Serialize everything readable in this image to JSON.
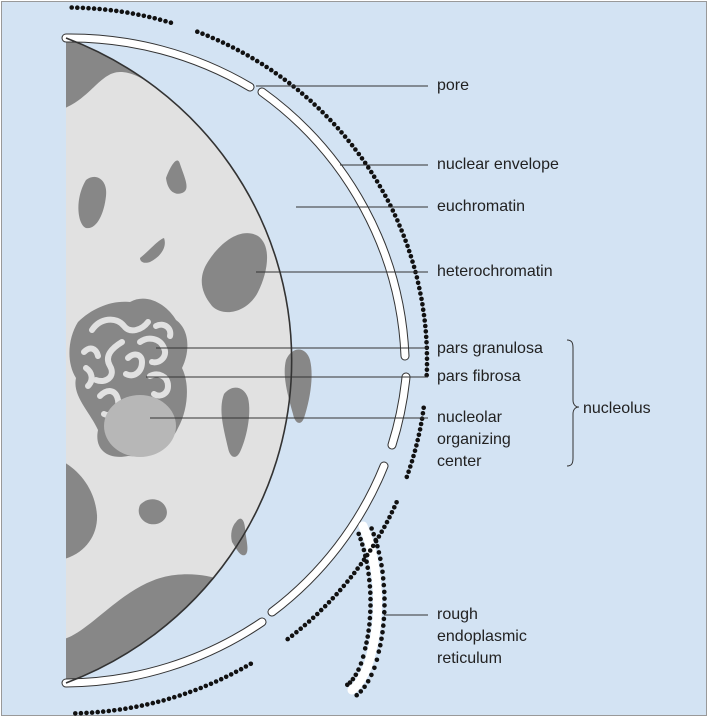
{
  "colors": {
    "background": "#d3e3f3",
    "nucleoplasm": "#e1e1e1",
    "heterochromatin": "#878787",
    "organizing_center": "#b7b7b7",
    "ribosome": "#111111",
    "envelope": "#ffffff",
    "outline": "#333333",
    "leader": "#333333"
  },
  "labels": {
    "pore": "pore",
    "nuclear_envelope": "nuclear envelope",
    "euchromatin": "euchromatin",
    "heterochromatin": "heterochromatin",
    "pars_granulosa": "pars granulosa",
    "pars_fibrosa": "pars fibrosa",
    "nucleolar_organizing_center": "nucleolar organizing center",
    "nucleolus": "nucleolus",
    "rough_endoplasmic_reticulum": "rough endoplasmic reticulum"
  }
}
